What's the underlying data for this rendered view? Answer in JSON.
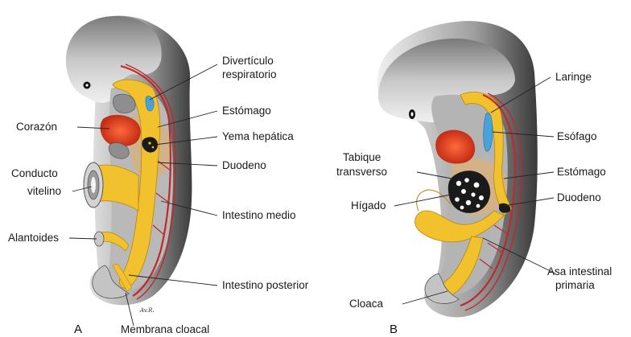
{
  "panel_a": {
    "letter": "A",
    "labels": {
      "diverticulo_line1": "Divertículo",
      "diverticulo_line2": "respiratorio",
      "estomago": "Estómago",
      "corazon": "Corazón",
      "yema_hepatica": "Yema hepática",
      "conducto_line1": "Conducto",
      "conducto_line2": "vitelino",
      "duodeno": "Duodeno",
      "intestino_medio": "Intestino medio",
      "alantoides": "Alantoides",
      "intestino_posterior": "Intestino posterior",
      "membrana_cloacal": "Membrana cloacal"
    },
    "signature": "Av.R."
  },
  "panel_b": {
    "letter": "B",
    "labels": {
      "laringe": "Laringe",
      "esofago": "Esófago",
      "tabique_line1": "Tabique",
      "tabique_line2": "transverso",
      "estomago": "Estómago",
      "higado": "Hígado",
      "duodeno": "Duodeno",
      "asa_line1": "Asa intestinal",
      "asa_line2": "primaria",
      "cloaca": "Cloaca"
    }
  },
  "colors": {
    "embryo_body": "#9a9a9a",
    "embryo_dark": "#3a3a3a",
    "embryo_light": "#e4e4e4",
    "gut_endoderm": "#f2c12e",
    "heart": "#d93a1e",
    "vessels": "#c0282a",
    "respiratory": "#4aa3d8",
    "liver": "#1a1a1a",
    "mesenchyme": "#d9b27a"
  }
}
